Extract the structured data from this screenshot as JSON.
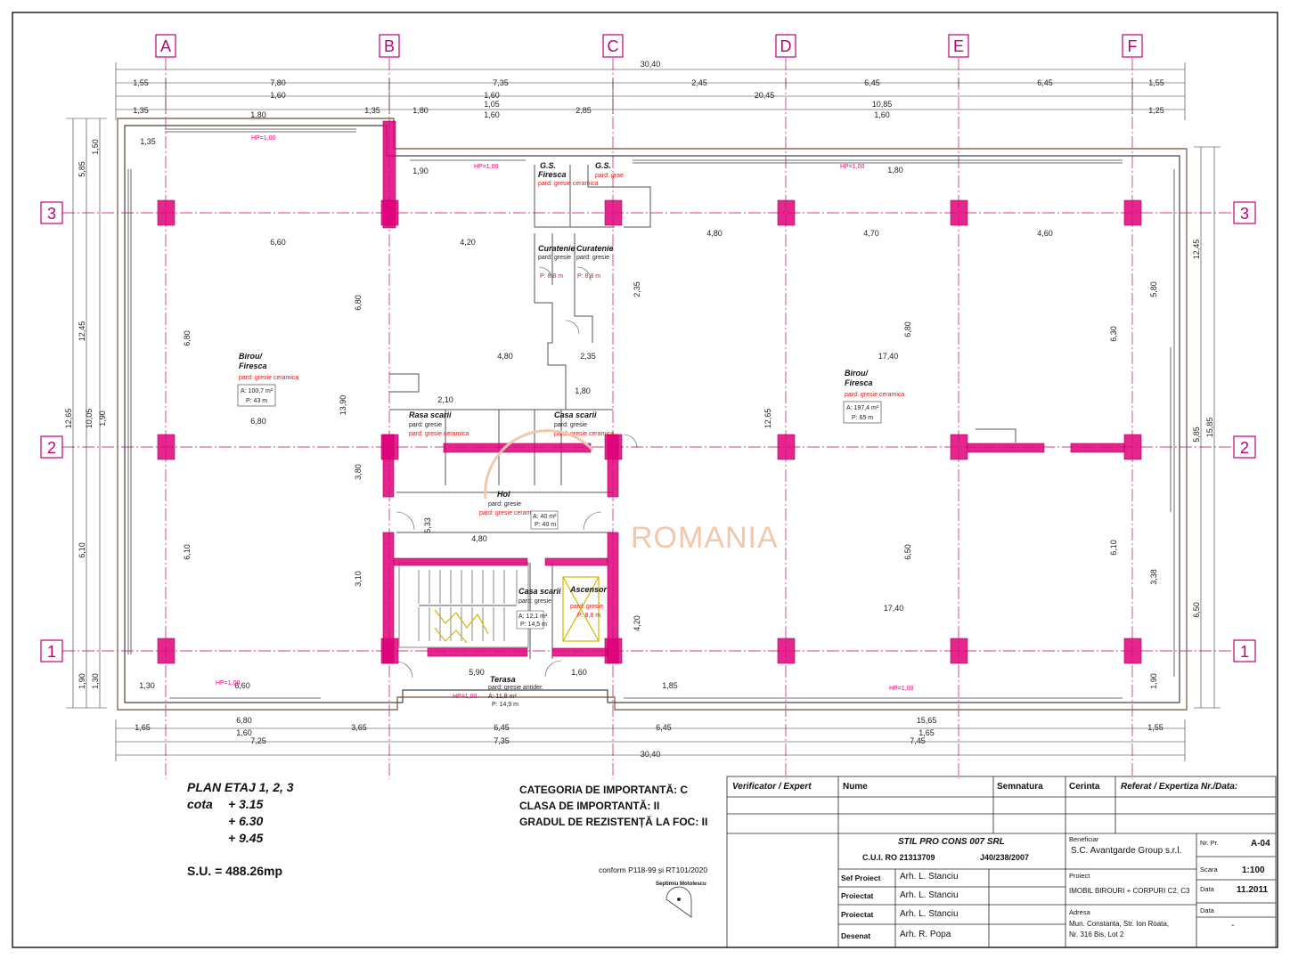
{
  "axes": {
    "columns": [
      "A",
      "B",
      "C",
      "D",
      "E",
      "F"
    ],
    "rows": [
      "3",
      "2",
      "1"
    ]
  },
  "dims": {
    "top_overall": "30,40",
    "top_row1": [
      "1,55",
      "7,80",
      "7,35",
      "2,45",
      "6,45",
      "6,45",
      "1,55"
    ],
    "top_row2": [
      "1,60",
      "20,45",
      "1,60"
    ],
    "top_row3": [
      "1,35",
      "1,35",
      "1,80",
      "1,05",
      "2,85",
      "10,85",
      "1,25"
    ],
    "top_row4": [
      "1,80",
      "1,60",
      "1,60"
    ],
    "bottom_row1": [
      "1,65",
      "6,80",
      "3,65",
      "6,45",
      "6,45",
      "15,65",
      "1,55"
    ],
    "bottom_row2": [
      "1,60",
      "1,65"
    ],
    "bottom_row3": [
      "7,25",
      "7,35",
      "7,45"
    ],
    "bottom_overall": "30,40",
    "left": [
      "5,85",
      "1,50",
      "12,45",
      "12,65",
      "10,05",
      "1,90",
      "6,10",
      "1,90",
      "1,30"
    ],
    "right": [
      "12,45",
      "5,80",
      "15,85",
      "5,85",
      "3,38",
      "6,50",
      "1,90"
    ],
    "interior": [
      "6,60",
      "4,20",
      "4,80",
      "4,70",
      "4,60",
      "6,80",
      "17,40",
      "17,40",
      "4,80",
      "4,80",
      "6,80",
      "2,35",
      "6,80",
      "6,80",
      "6,10",
      "6,10",
      "6,30",
      "6,50",
      "6,10",
      "6,50",
      "5,90",
      "1,60",
      "1,85",
      "6,60",
      "1,35",
      "12,65",
      "12,65",
      "1,90",
      "2,10",
      "1,80",
      "1,80",
      "1,30",
      "1,80",
      "2,35",
      "1,90",
      "4,20",
      "3,80",
      "13,90",
      "3,10",
      "5,33"
    ]
  },
  "rooms": {
    "left_office": {
      "name": "Birou/",
      "name2": "Firesca",
      "finish": "pard: gresie ceramica",
      "area": "A: 100,7 m²",
      "perim": "P: 43 m"
    },
    "right_office": {
      "name": "Birou/",
      "name2": "Firesca",
      "finish": "pard: gresie ceramica",
      "area": "A: 197,4 m²",
      "perim": "P: 65 m"
    },
    "gs_firesca": {
      "name": "G.S.",
      "name2": "Firesca",
      "finish": "pard: gresie ceramica"
    },
    "gs_right": {
      "name": "G.S.",
      "finish": "pard: grae"
    },
    "curatenie1": {
      "name": "Curatenie",
      "finish": "pard: gresie",
      "area": "P: 8,8 m"
    },
    "curatenie2": {
      "name": "Curatenie",
      "finish": "pard: gresie",
      "area": "P: 8,8 m"
    },
    "rasa_scarii": {
      "name": "Rasa scarii",
      "finish": "pard: gresie",
      "finish2": "pard: gresie ceramica"
    },
    "casa_scarii_top": {
      "name": "Casa scarii",
      "finish": "pard: gresie",
      "finish2": "pard: gresie ceramica"
    },
    "hol": {
      "name": "Hol",
      "finish": "pard: gresie",
      "finish2": "pard: gresie ceramica",
      "area": "A: 40 m²",
      "perim": "P: 40 m"
    },
    "casa_scarii": {
      "name": "Casa scarii",
      "finish": "pard: gresie",
      "area": "A: 12,1 m²",
      "perim": "P: 14,5 m"
    },
    "ascensor": {
      "name": "Ascensor",
      "finish": "pard: gresie",
      "perim": "P: 8,8 m"
    },
    "terasa": {
      "name": "Terasa",
      "finish": "pard: gresie antider.",
      "area": "A: 11,8 m²",
      "perim": "P: 14,9 m"
    }
  },
  "hp_labels": [
    "HP=1,00",
    "HP=1,00",
    "HP=1,00",
    "HP=1,00",
    "HP=1,00",
    "HP=1,00"
  ],
  "watermark": "ROMANIA",
  "plan": {
    "title": "PLAN ETAJ 1, 2, 3",
    "cota_label": "cota",
    "levels": [
      "+ 3.15",
      "+ 6.30",
      "+ 9.45"
    ],
    "su": "S.U. = 488.26mp"
  },
  "categories": [
    "CATEGORIA DE IMPORTANTĂ: C",
    "CLASA DE IMPORTANTĂ: II",
    "GRADUL DE REZISTENȚĂ LA FOC: II"
  ],
  "conform": "conform P118-99 și RT101/2020",
  "signature_label": "Septimiu Motolescu",
  "titleblock": {
    "h_verificator": "Verificator / Expert",
    "h_nume": "Nume",
    "h_semnatura": "Semnatura",
    "h_cerinta": "Cerinta",
    "h_referat": "Referat / Expertiza Nr./Data:",
    "company": "STIL PRO CONS 007 SRL",
    "cui": "C.U.I. RO 21313709",
    "reg": "J40/238/2007",
    "beneficiar_label": "Beneficiar",
    "beneficiar": "S.C. Avantgarde Group s.r.l.",
    "proiect_label": "Proiect",
    "proiect": "IMOBIL BIROURI + CORPURI C2, C3",
    "adresa_label": "Adresa",
    "adresa1": "Mun. Constanta, Str. Ion Roata,",
    "adresa2": "Nr. 316 Bis, Lot 2",
    "roles": [
      {
        "role": "Sef Proiect",
        "name": "Arh. L. Stanciu"
      },
      {
        "role": "Proiectat",
        "name": "Arh. L. Stanciu"
      },
      {
        "role": "Proiectat",
        "name": "Arh. L. Stanciu"
      },
      {
        "role": "Desenat",
        "name": "Arh. R. Popa"
      }
    ],
    "nrpr_label": "Nr. Pr.",
    "nrpr": "A-04",
    "scara_label": "Scara",
    "scara": "1:100",
    "data_label": "Data",
    "data": "11.2011",
    "data2_label": "Data",
    "data2": "-"
  },
  "colors": {
    "structure": "#e0007a",
    "axis": "#d23c8f",
    "wall": "#333333"
  }
}
